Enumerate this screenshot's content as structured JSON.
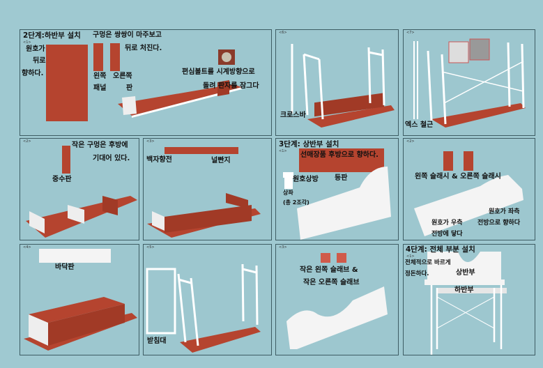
{
  "step2": {
    "title": "2단계:하반부 설치",
    "tag": "<1>",
    "note_hole_back": [
      "원호가",
      "뒤로",
      "향하다."
    ],
    "note_holes": "구멍은 쌍쌍이 마주보고",
    "note_holes2": "뒤로 처진다.",
    "left_panel": "왼쪽",
    "left_panel2": "패널",
    "right_panel": "오른쪽",
    "right_panel2": "판",
    "note_bolt": "편심볼트를 시계방향으로",
    "note_bolt2": "돌려 판자를 잠그다"
  },
  "p6": {
    "tag": "<6>",
    "label": "크로스바"
  },
  "p7": {
    "tag": "<7>",
    "label": "엑스 철근"
  },
  "p2": {
    "tag": "<2>",
    "note": "작은 구멍은 후방에",
    "note2": "기대어 있다.",
    "label": "중수판"
  },
  "p3": {
    "tag": "<3>",
    "label_left": "백자향전",
    "label_right": "널빤지"
  },
  "step3": {
    "title": "3단계: 상반부 설치",
    "tag": "<1>",
    "note": "선매장품 후방으로 향하다.",
    "arc": "원호상방",
    "back": "등판",
    "top": "상좌",
    "count": "(총 2조각)"
  },
  "s3p2": {
    "tag": "<2>",
    "label": "왼쪽 슬래시 & 오른쪽 슬래시",
    "note_left": "원호가 좌측",
    "note_left2": "전방으로 향하다",
    "note_right": "원호가 우측",
    "note_right2": "전방에 닿다"
  },
  "p4": {
    "tag": "<4>",
    "label": "바닥판"
  },
  "p5": {
    "tag": "<5>",
    "label": "받침대"
  },
  "s3p3": {
    "tag": "<3>",
    "label": "작은 왼쪽 슬래브 &",
    "label2": "작은 오른쪽 슬래브"
  },
  "step4": {
    "title": "4단계: 전체 부분 설치",
    "tag": "<1>",
    "note": "전체적으로 바르게",
    "note2": "정돈하다.",
    "upper": "상반부",
    "lower": "하반부"
  },
  "colors": {
    "board": "#b5442f",
    "white": "#f2f2f2",
    "border": "#3d5c63"
  }
}
